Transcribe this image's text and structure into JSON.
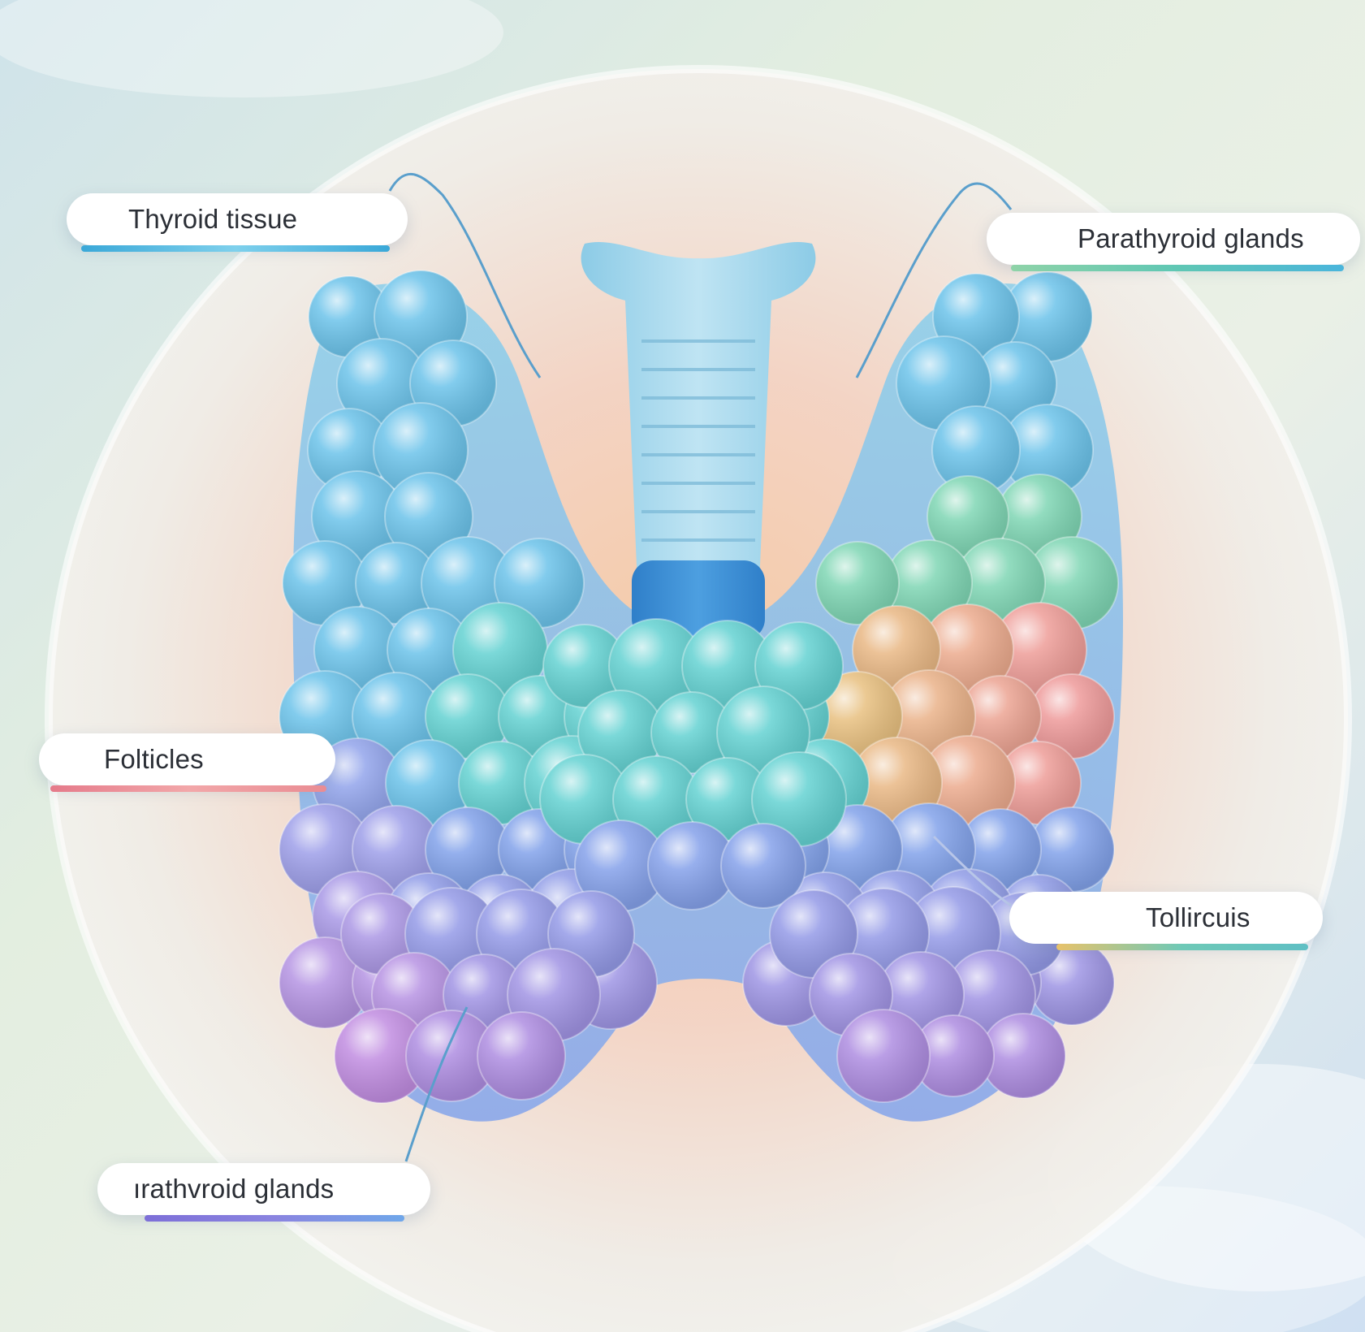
{
  "labels": {
    "top_left": "Thyroid tissue",
    "top_right": "Parathyroid glands",
    "mid_left": "Folticles",
    "mid_right": "Tollircuis",
    "bottom_left": "ırathvroid glands"
  },
  "colors": {
    "bar_top_left": "#4ab5dc",
    "bar_top_right": "#5fc7b4",
    "bar_mid_left": "#e98c93",
    "bar_mid_right": "#6ec9b7",
    "bar_bottom_left": "#8a84e0",
    "leader_line": "#5a9fcc"
  }
}
